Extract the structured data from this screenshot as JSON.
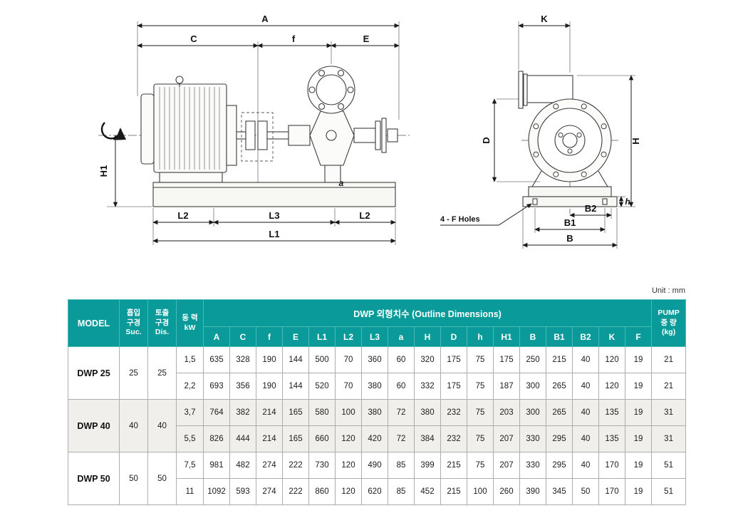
{
  "colors": {
    "header_bg": "#0a9a9a",
    "shaded_row": "#f0efeb"
  },
  "unit_label": "Unit : mm",
  "drawing": {
    "side": {
      "A": "A",
      "C": "C",
      "f": "f",
      "E": "E",
      "H1": "H1",
      "a": "a",
      "L2": "L2",
      "L3": "L3",
      "L1": "L1"
    },
    "front": {
      "K": "K",
      "D": "D",
      "H": "H",
      "h": "h",
      "B2": "B2",
      "B1": "B1",
      "B": "B",
      "holes": "4 - F Holes"
    }
  },
  "table": {
    "header": {
      "model": "MODEL",
      "suction": "흡입\n구경\nSuc.",
      "discharge": "토출\n구경\nDis.",
      "power": "동 력\nkW",
      "outline": "DWP 외형치수 (Outline Dimensions)",
      "dim_cols": [
        "A",
        "C",
        "f",
        "E",
        "L1",
        "L2",
        "L3",
        "a",
        "H",
        "D",
        "h",
        "H1",
        "B",
        "B1",
        "B2",
        "K",
        "F"
      ],
      "pump_weight": "PUMP\n중 량\n(kg)"
    },
    "groups": [
      {
        "model": "DWP  25",
        "suc": "25",
        "dis": "25",
        "shaded": false,
        "rows": [
          {
            "kw": "1,5",
            "dims": [
              "635",
              "328",
              "190",
              "144",
              "500",
              "70",
              "360",
              "60",
              "320",
              "175",
              "75",
              "175",
              "250",
              "215",
              "40",
              "120",
              "19"
            ],
            "weight": "21"
          },
          {
            "kw": "2,2",
            "dims": [
              "693",
              "356",
              "190",
              "144",
              "520",
              "70",
              "380",
              "60",
              "332",
              "175",
              "75",
              "187",
              "300",
              "265",
              "40",
              "120",
              "19"
            ],
            "weight": "21"
          }
        ]
      },
      {
        "model": "DWP  40",
        "suc": "40",
        "dis": "40",
        "shaded": true,
        "rows": [
          {
            "kw": "3,7",
            "dims": [
              "764",
              "382",
              "214",
              "165",
              "580",
              "100",
              "380",
              "72",
              "380",
              "232",
              "75",
              "203",
              "300",
              "265",
              "40",
              "135",
              "19"
            ],
            "weight": "31"
          },
          {
            "kw": "5,5",
            "dims": [
              "826",
              "444",
              "214",
              "165",
              "660",
              "120",
              "420",
              "72",
              "384",
              "232",
              "75",
              "207",
              "330",
              "295",
              "40",
              "135",
              "19"
            ],
            "weight": "31"
          }
        ]
      },
      {
        "model": "DWP  50",
        "suc": "50",
        "dis": "50",
        "shaded": false,
        "rows": [
          {
            "kw": "7,5",
            "dims": [
              "981",
              "482",
              "274",
              "222",
              "730",
              "120",
              "490",
              "85",
              "399",
              "215",
              "75",
              "207",
              "330",
              "295",
              "40",
              "170",
              "19"
            ],
            "weight": "51"
          },
          {
            "kw": "11",
            "dims": [
              "1092",
              "593",
              "274",
              "222",
              "860",
              "120",
              "620",
              "85",
              "452",
              "215",
              "100",
              "260",
              "390",
              "345",
              "50",
              "170",
              "19"
            ],
            "weight": "51"
          }
        ]
      }
    ]
  }
}
